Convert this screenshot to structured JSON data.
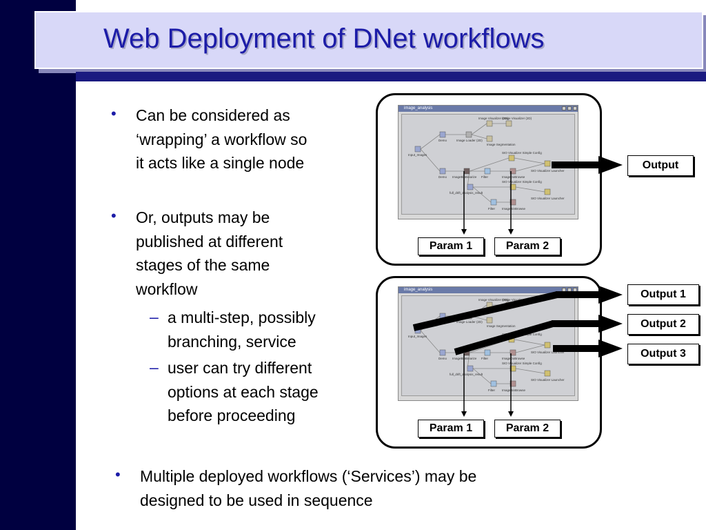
{
  "slide": {
    "title": "Web Deployment of DNet workflows",
    "bullets": [
      {
        "text_lines": [
          "Can be considered as",
          "‘wrapping’ a workflow so",
          "it acts like a single node"
        ]
      },
      {
        "text_lines": [
          "Or, outputs may be",
          "published at different",
          "stages of the same",
          "workflow"
        ]
      }
    ],
    "sub_bullets": [
      {
        "text_lines": [
          "a multi-step, possibly",
          "branching, service"
        ]
      },
      {
        "text_lines": [
          "user can try different",
          "options at each stage",
          "before proceeding"
        ]
      }
    ],
    "bottom_bullet": {
      "text_lines": [
        "Multiple deployed workflows (‘Services’) may be",
        "designed to be used in sequence"
      ]
    },
    "bullet_marker": "•",
    "sub_marker": "–"
  },
  "diagram1": {
    "window_title": "image_analysis",
    "output_label": "Output",
    "param_labels": [
      "Param 1",
      "Param 2"
    ]
  },
  "diagram2": {
    "window_title": "image_analysis",
    "output_labels": [
      "Output 1",
      "Output 2",
      "Output 3"
    ],
    "param_labels": [
      "Param 1",
      "Param 2"
    ]
  },
  "workflow_nodes": [
    "Input_Images",
    "Demo",
    "Image Loader (2D)",
    "Image Visualizer (2D)",
    "Image Visualizer (2D)",
    "Image Segmentation",
    "Demo",
    "ImageBinBinarize",
    "Filter",
    "ImageDoBrowse",
    "SIO Visualizer Simple Config",
    "SIO Visualizer Launcher",
    "full_drift_analysis_result",
    "SIO Visualizer Simple Config",
    "SIO Visualizer Launcher",
    "Filter",
    "ImageBinBrowse"
  ],
  "colors": {
    "left_bar": "#000040",
    "title_text": "#1c1ca8",
    "title_box": "#d8d8f8",
    "header_line": "#1a1a80"
  }
}
